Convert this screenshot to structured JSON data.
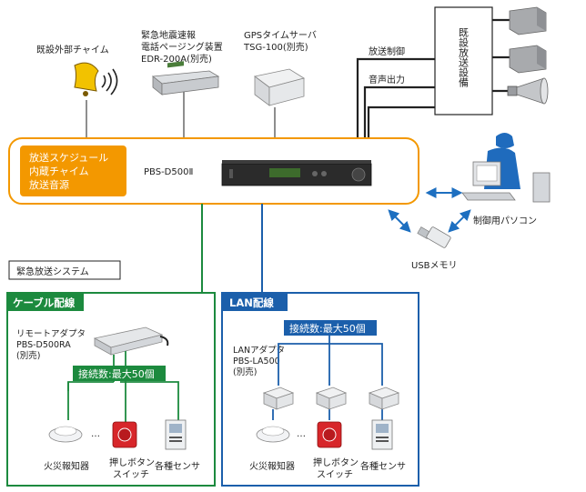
{
  "devices": {
    "chime": "既設外部チャイム",
    "eew": [
      "緊急地震速報",
      "電話ページング装置",
      "EDR-200A(別売)"
    ],
    "gps": [
      "GPSタイムサーバ",
      "TSG-100(別売)"
    ],
    "main_unit": "PBS-D500Ⅱ",
    "pc": "制御用パソコン",
    "usb": "USBメモリ"
  },
  "features": [
    "放送スケジュール",
    "内蔵チャイム",
    "放送音源"
  ],
  "existing_system": {
    "title": "既設放送設備",
    "control_label": "放送制御",
    "audio_label": "音声出力"
  },
  "emergency": {
    "title": "緊急放送システム",
    "cable": {
      "title": "ケーブル配線",
      "adapter": [
        "リモートアダプタ",
        "PBS-D500RA",
        "(別売)"
      ],
      "connection": "接続数:最大50個",
      "devices": [
        "火災報知器",
        "押しボタン",
        "スイッチ",
        "各種センサ"
      ],
      "ellipsis": "…"
    },
    "lan": {
      "title": "LAN配線",
      "connection": "接続数:最大50個",
      "adapter": [
        "LANアダプタ",
        "PBS-LA500",
        "(別売)"
      ],
      "devices": [
        "火災報知器",
        "押しボタン",
        "スイッチ",
        "各種センサ"
      ],
      "ellipsis": "…"
    }
  },
  "colors": {
    "orange": "#f39800",
    "green": "#1c8a3e",
    "blue": "#1b5fab",
    "arrow_blue": "#1d6fc0"
  }
}
